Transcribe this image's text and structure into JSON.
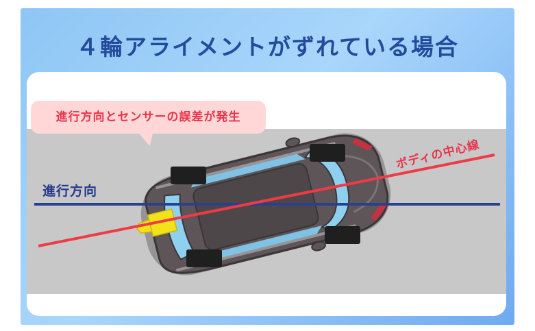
{
  "title": "４輪アライメントがずれている場合",
  "callout": {
    "text": "進行方向とセンサーの誤差が発生"
  },
  "labels": {
    "travel_direction": "進行方向",
    "body_centerline": "ボディの中心線"
  },
  "colors": {
    "frame": "#8ec6f4",
    "title": "#234b9c",
    "road": "#c8c8c8",
    "travel_line": "#2b3f8f",
    "centerline": "#ee3b46",
    "callout_bg": "#ffd7d7",
    "sensor": "#f2e21a",
    "car_body": "#5d5558",
    "glass": "#8fd0ee",
    "tire": "#1f1f1f"
  }
}
